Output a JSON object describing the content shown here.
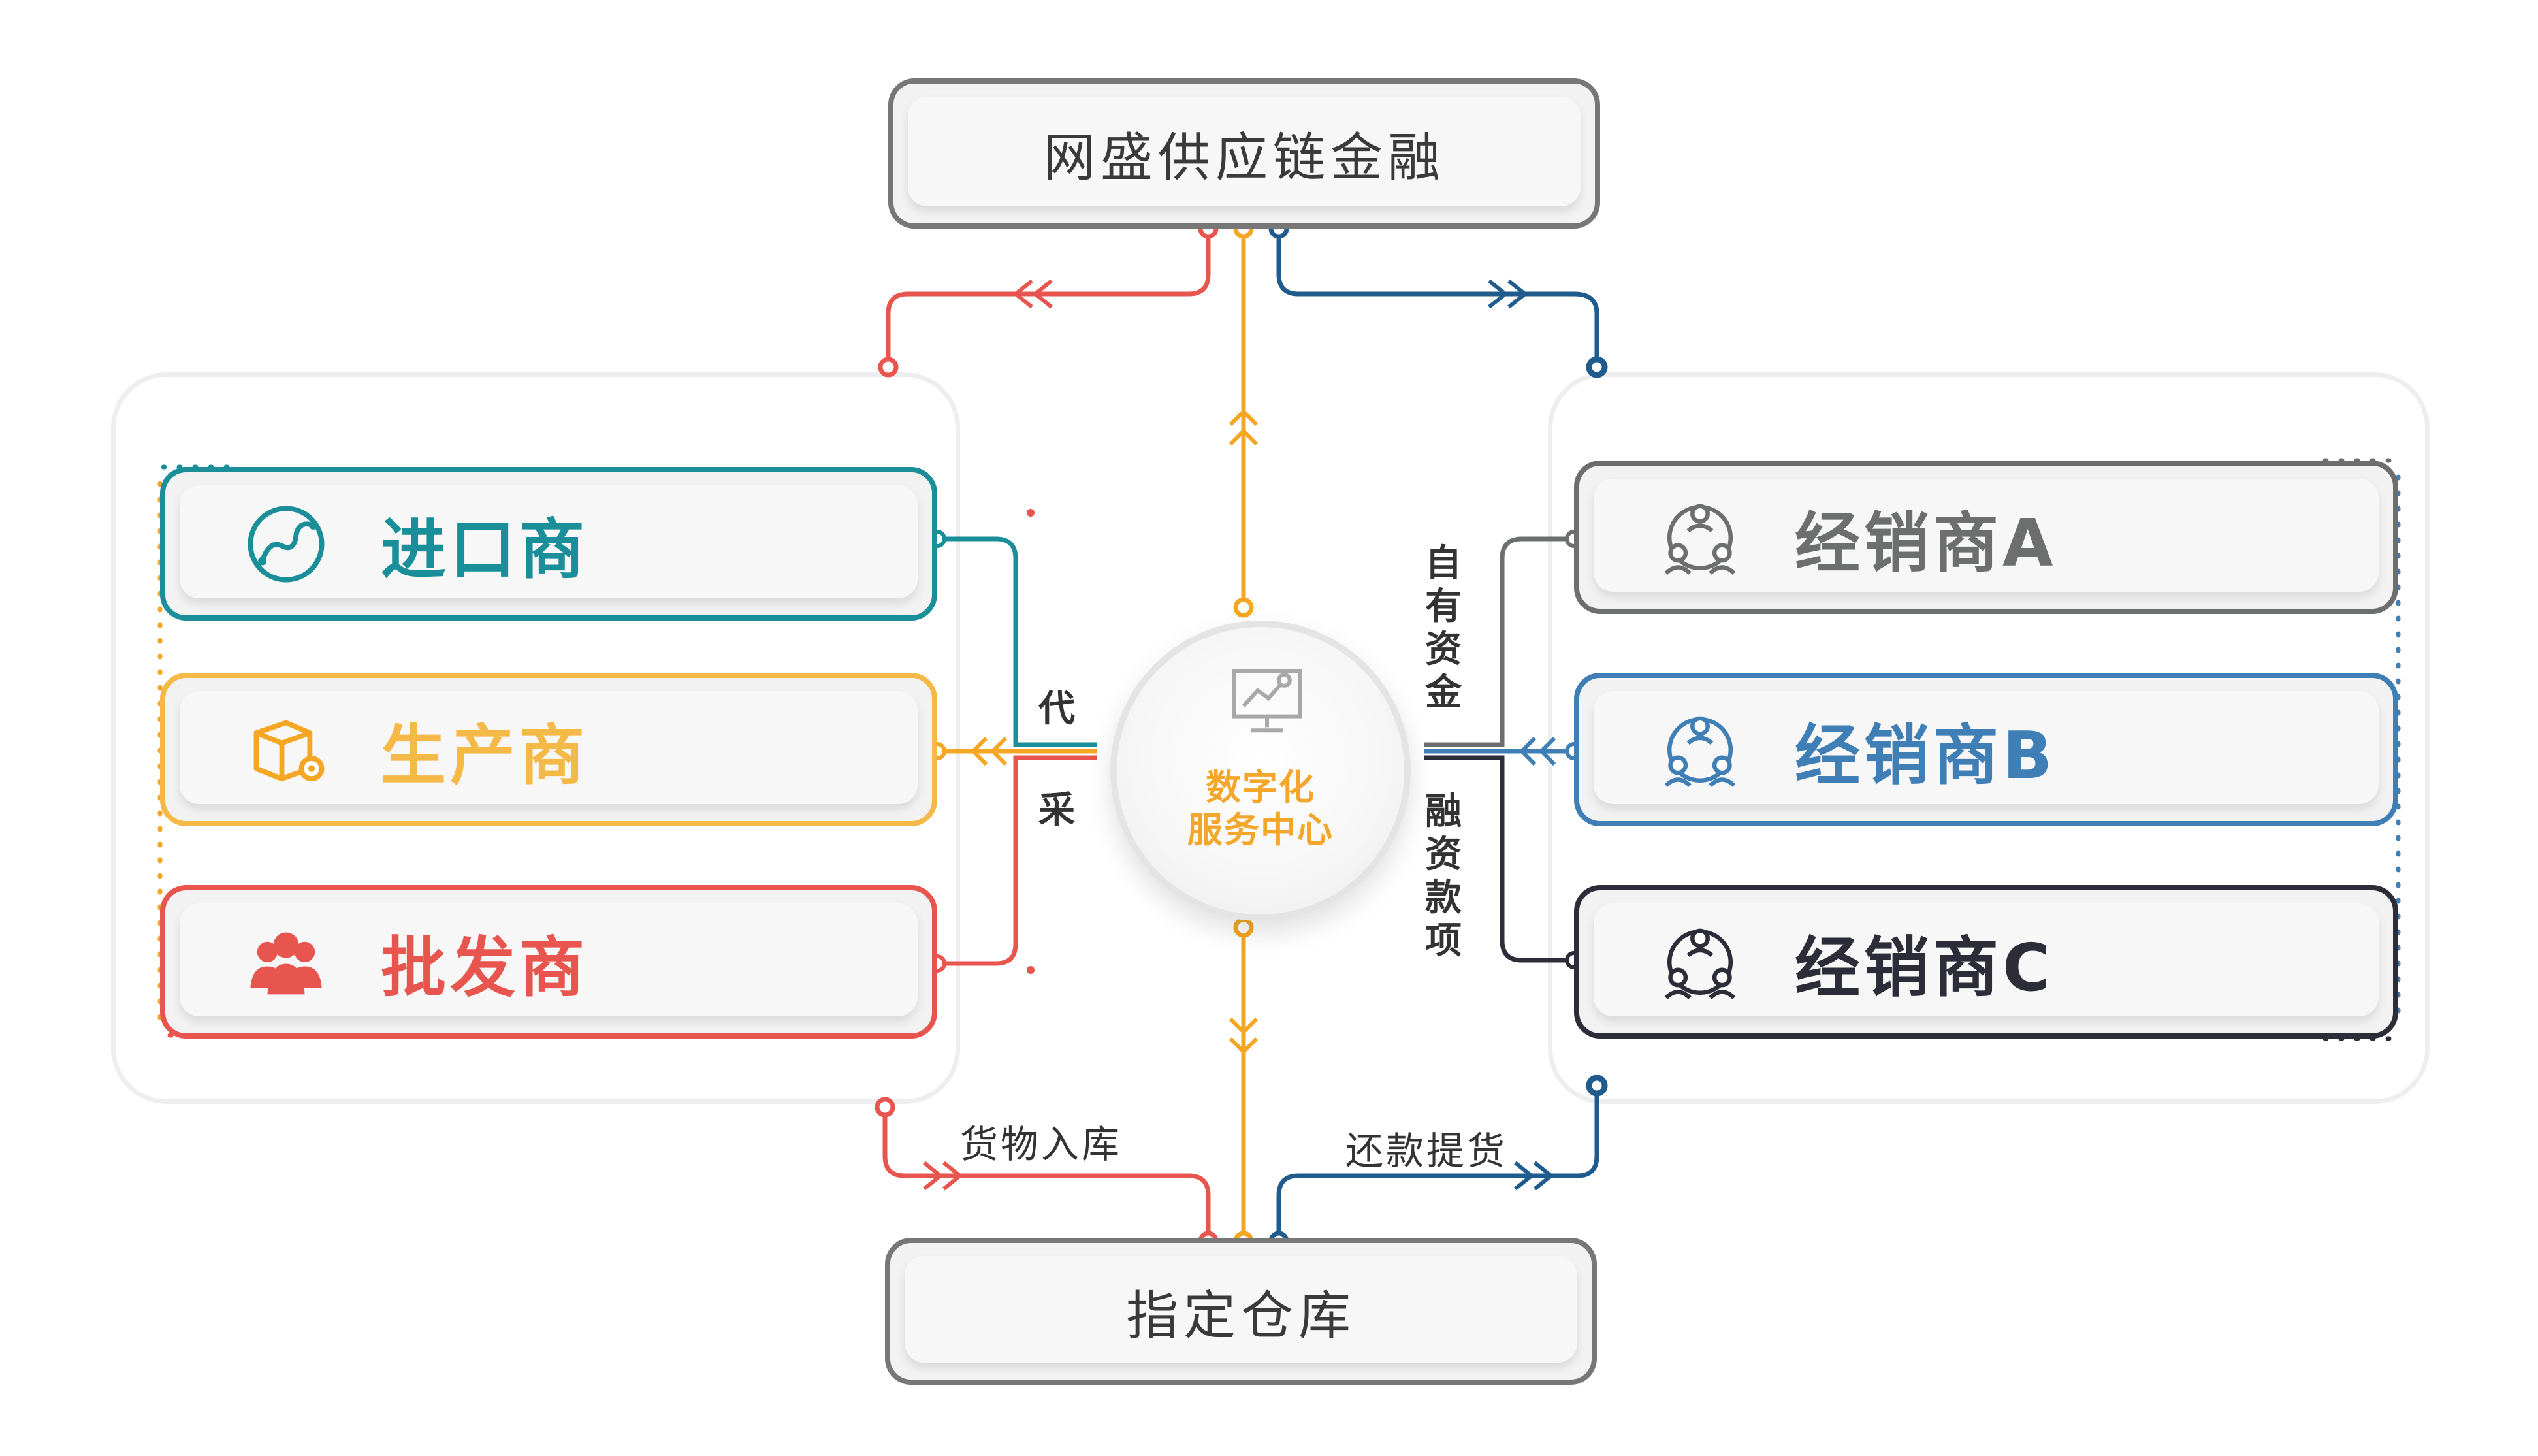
{
  "top_box": {
    "label": "网盛供应链金融"
  },
  "bottom_box": {
    "label": "指定仓库"
  },
  "center": {
    "line1": "数字化",
    "line2": "服务中心",
    "icon": "monitor-chart-icon"
  },
  "left_boxes": [
    {
      "label": "进口商",
      "color": "#1a8f9a",
      "icon": "globe-icon"
    },
    {
      "label": "生产商",
      "color": "#f5b948",
      "icon": "box-gear-icon"
    },
    {
      "label": "批发商",
      "color": "#e8554e",
      "icon": "people-group-icon"
    }
  ],
  "right_boxes": [
    {
      "label": "经销商A",
      "color": "#6d6f6e",
      "icon": "users-circle-icon"
    },
    {
      "label": "经销商B",
      "color": "#3f7fb6",
      "icon": "users-circle-icon"
    },
    {
      "label": "经销商C",
      "color": "#2d2d3a",
      "icon": "users-circle-icon"
    }
  ],
  "labels": {
    "dai": "代",
    "cai": "采",
    "right_top": [
      "自",
      "有",
      "资",
      "金"
    ],
    "right_bottom": [
      "融",
      "资",
      "款",
      "项"
    ],
    "goods_in": "货物入库",
    "repay": "还款提货"
  },
  "colors": {
    "red": "#e8554e",
    "orange": "#f5a623",
    "blue": "#1f5b8c",
    "teal": "#1a8f9a",
    "gray": "#6d6f6e",
    "dark": "#2d2d3a",
    "steel": "#3f7fb6"
  }
}
